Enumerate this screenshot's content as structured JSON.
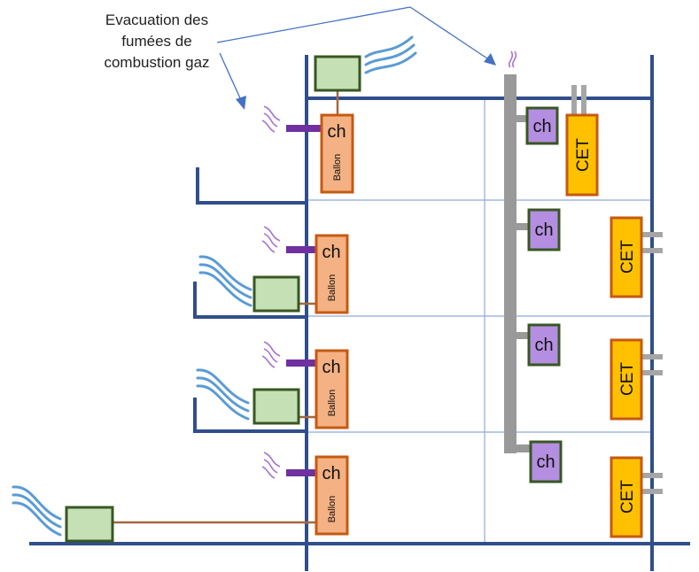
{
  "annotation": {
    "lines": [
      "Evacuation des",
      "fumées de",
      "combustion gaz"
    ]
  },
  "labels": {
    "boiler": "ch",
    "tank": "Ballon",
    "heat_pump": "CET"
  },
  "colors": {
    "structure": "#2f4e8b",
    "floor_line": "#8ea9db",
    "arrow": "#4472c4",
    "boiler_fill": "#f4b183",
    "boiler_border": "#c55a11",
    "purple_fill": "#b48ee0",
    "purple_border": "#385723",
    "pipe_purple": "#7030a0",
    "outdoor_fill": "#c5e0b4",
    "outdoor_border": "#385723",
    "cet_fill": "#ffc000",
    "cet_border": "#c55a11",
    "chimney": "#999999",
    "wave_blue": "#5b9bd5",
    "wave_purple": "#a674d6",
    "brown_pipe": "#a5673f"
  }
}
